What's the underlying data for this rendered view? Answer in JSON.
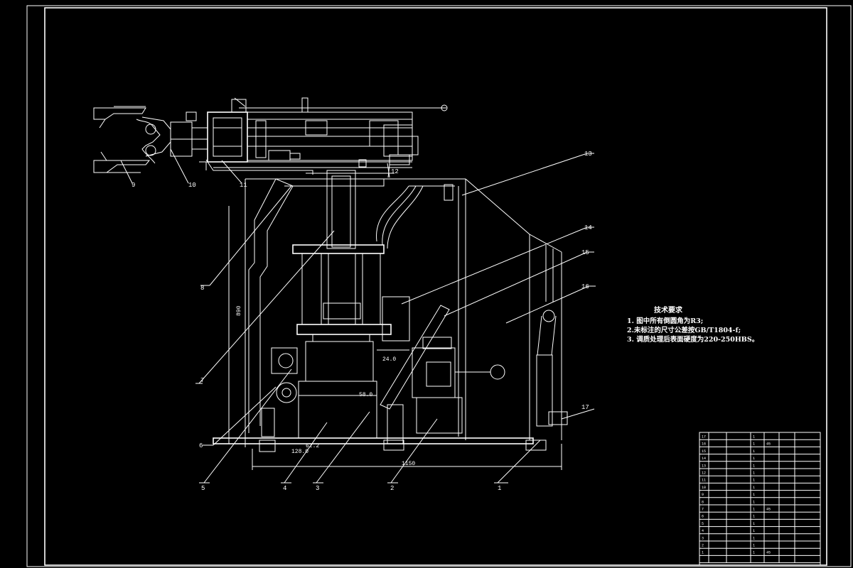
{
  "technical_requirements": {
    "title": "技术要求",
    "lines": [
      "1. 图中所有倒圆角为R3;",
      "2.未标注的尺寸公差按GB/T1804-f;",
      "3. 调质处理后表面硬度为220-250HBS。"
    ]
  },
  "callouts": [
    "1",
    "2",
    "3",
    "4",
    "5",
    "6",
    "7",
    "8",
    "9",
    "10",
    "11",
    "12",
    "13",
    "14",
    "15",
    "16",
    "17"
  ],
  "dimensions": {
    "overall_width": "1150",
    "left_base": "128.0",
    "base_offset": "62.2",
    "inner_width": "58.0",
    "bracket": "24.0",
    "height": "890"
  },
  "parts_list": {
    "rows": [
      {
        "no": "17",
        "code": "",
        "name": "",
        "qty": "1",
        "mat": "",
        "note": ""
      },
      {
        "no": "16",
        "code": "",
        "name": "",
        "qty": "1",
        "mat": "45",
        "note": ""
      },
      {
        "no": "15",
        "code": "",
        "name": "",
        "qty": "1",
        "mat": "",
        "note": ""
      },
      {
        "no": "14",
        "code": "",
        "name": "",
        "qty": "1",
        "mat": "",
        "note": ""
      },
      {
        "no": "13",
        "code": "",
        "name": "",
        "qty": "1",
        "mat": "",
        "note": ""
      },
      {
        "no": "12",
        "code": "",
        "name": "",
        "qty": "1",
        "mat": "",
        "note": ""
      },
      {
        "no": "11",
        "code": "",
        "name": "",
        "qty": "1",
        "mat": "",
        "note": ""
      },
      {
        "no": "10",
        "code": "",
        "name": "",
        "qty": "1",
        "mat": "",
        "note": ""
      },
      {
        "no": "9",
        "code": "",
        "name": "",
        "qty": "1",
        "mat": "",
        "note": ""
      },
      {
        "no": "8",
        "code": "",
        "name": "",
        "qty": "1",
        "mat": "",
        "note": ""
      },
      {
        "no": "7",
        "code": "",
        "name": "",
        "qty": "1",
        "mat": "45",
        "note": ""
      },
      {
        "no": "6",
        "code": "",
        "name": "",
        "qty": "1",
        "mat": "",
        "note": ""
      },
      {
        "no": "5",
        "code": "",
        "name": "",
        "qty": "1",
        "mat": "",
        "note": ""
      },
      {
        "no": "4",
        "code": "",
        "name": "",
        "qty": "1",
        "mat": "",
        "note": ""
      },
      {
        "no": "3",
        "code": "",
        "name": "",
        "qty": "1",
        "mat": "",
        "note": ""
      },
      {
        "no": "2",
        "code": "",
        "name": "",
        "qty": "1",
        "mat": "",
        "note": ""
      },
      {
        "no": "1",
        "code": "",
        "name": "",
        "qty": "1",
        "mat": "45",
        "note": ""
      }
    ]
  }
}
